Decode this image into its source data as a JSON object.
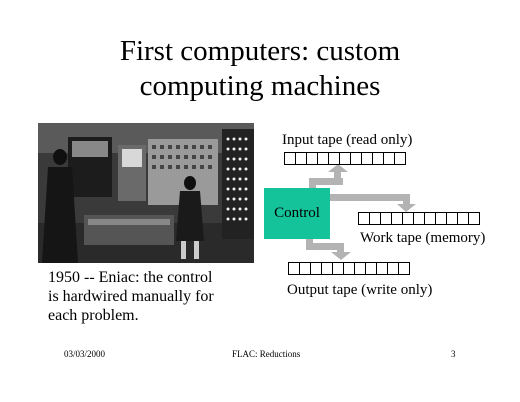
{
  "slide": {
    "title_line1": "First computers: custom",
    "title_line2": "computing machines",
    "caption_line1": "1950 -- Eniac: the control",
    "caption_line2": "is hardwired manually for",
    "caption_line3": "each problem.",
    "photo_alt": "ENIAC computer photo"
  },
  "diagram": {
    "input_label": "Input tape (read only)",
    "control_label": "Control",
    "work_label": "Work tape (memory)",
    "output_label": "Output tape (write only)",
    "control_color": "#14c39a",
    "arrow_color": "#b3b3b3",
    "input_cells": 11,
    "work_cells": 11,
    "output_cells": 11
  },
  "footer": {
    "date": "03/03/2000",
    "course": "FLAC: Reductions",
    "page_number": "3"
  }
}
